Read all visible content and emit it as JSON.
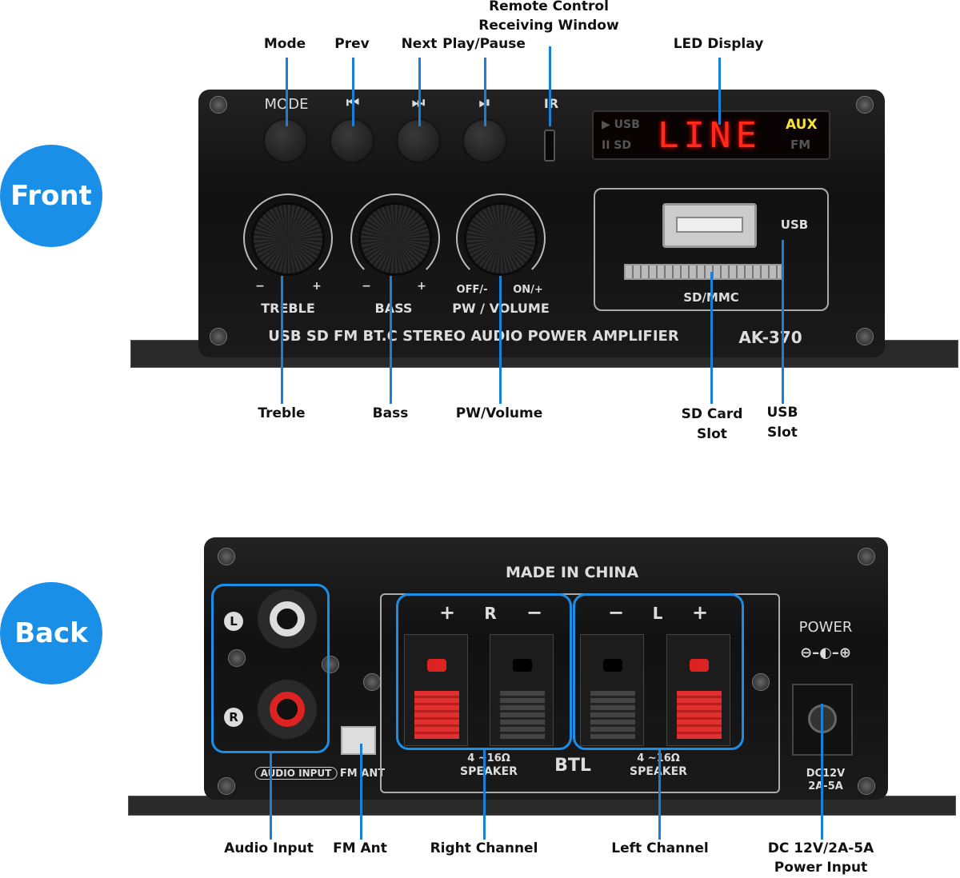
{
  "sections": {
    "front": "Front",
    "back": "Back"
  },
  "front_callouts": {
    "mode": "Mode",
    "prev": "Prev",
    "next": "Next",
    "play_pause": "Play/Pause",
    "remote_line1": "Remote Control",
    "remote_line2": "Receiving Window",
    "led": "LED Display",
    "treble": "Treble",
    "bass": "Bass",
    "volume": "PW/Volume",
    "sd_line1": "SD Card",
    "sd_line2": "Slot",
    "usb_line1": "USB",
    "usb_line2": "Slot"
  },
  "front_panel": {
    "mode": "MODE",
    "prev": "⏮",
    "next": "⏭",
    "play": "⏯",
    "ir": "IR",
    "led_usb": "▶ USB",
    "led_sd": "II  SD",
    "led_text": "LINE",
    "led_aux": "AUX",
    "led_fm": "FM",
    "minus": "−",
    "plus": "+",
    "treble": "TREBLE",
    "bass": "BASS",
    "off": "OFF/-",
    "on": "ON/+",
    "volume": "PW / VOLUME",
    "usb": "USB",
    "sdmmc": "SD/MMC",
    "title": "USB SD FM BT.C STEREO AUDIO POWER AMPLIFIER",
    "model": "AK-370"
  },
  "back_callouts": {
    "audio_input": "Audio Input",
    "fm_ant": "FM Ant",
    "right": "Right Channel",
    "left": "Left Channel",
    "power_line1": "DC 12V/2A-5A",
    "power_line2": "Power Input"
  },
  "back_panel": {
    "made": "MADE IN CHINA",
    "l": "L",
    "r": "R",
    "audio_input": "AUDIO INPUT",
    "fm_ant": "FM ANT",
    "plus": "+",
    "minus": "−",
    "right": "R",
    "left": "L",
    "speaker_ohm": "4 ~16Ω",
    "speaker": "SPEAKER",
    "btl": "BTL",
    "power": "POWER",
    "dc1": "DC12V",
    "dc2": "2A-5A"
  },
  "colors": {
    "accent": "#1a8fe8",
    "led": "#ff2a1a",
    "aux": "#f5e23a"
  }
}
